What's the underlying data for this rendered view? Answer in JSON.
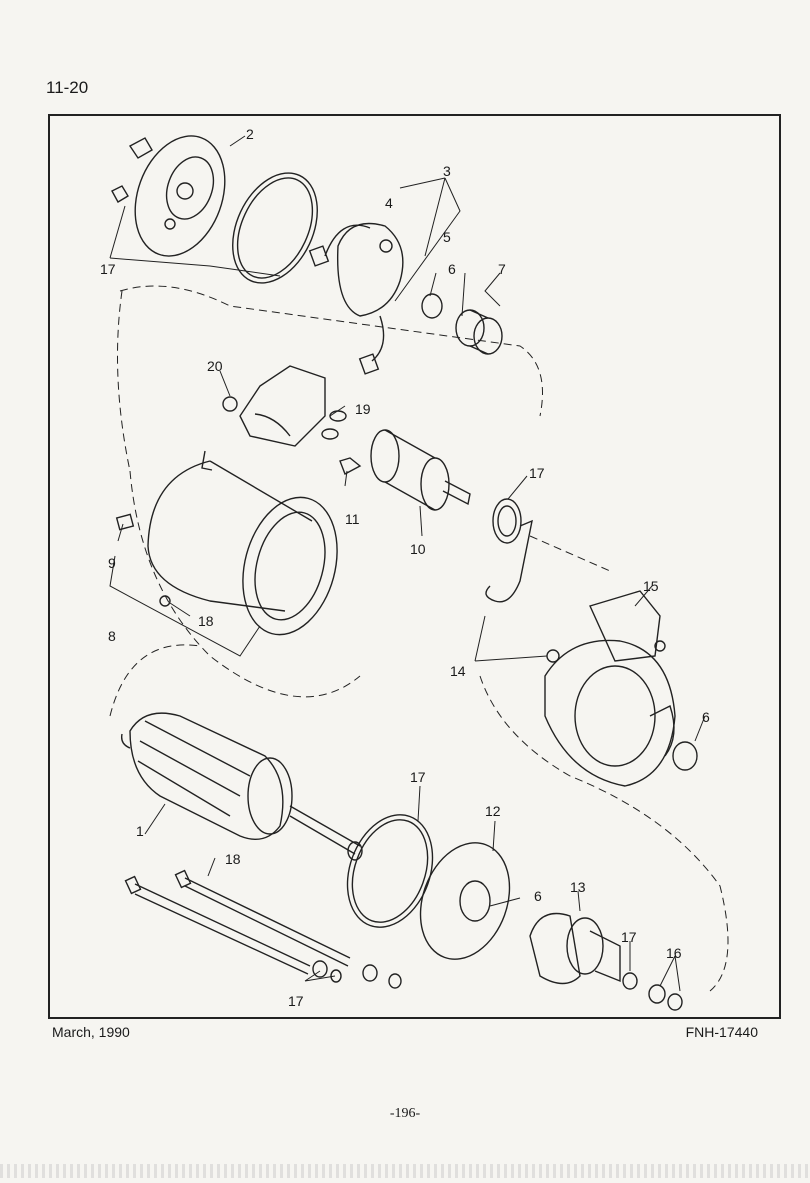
{
  "header": {
    "page_code": "11-20"
  },
  "footer": {
    "date": "March, 1990",
    "doc_number": "FNH-17440",
    "page_index": "-196-"
  },
  "diagram": {
    "callouts": [
      "2",
      "3",
      "4",
      "5",
      "6",
      "7",
      "17",
      "20",
      "19",
      "11",
      "10",
      "17",
      "9",
      "8",
      "18",
      "15",
      "14",
      "6",
      "17",
      "12",
      "1",
      "18",
      "6",
      "13",
      "17",
      "16",
      "17"
    ],
    "line_color": "#222222"
  }
}
